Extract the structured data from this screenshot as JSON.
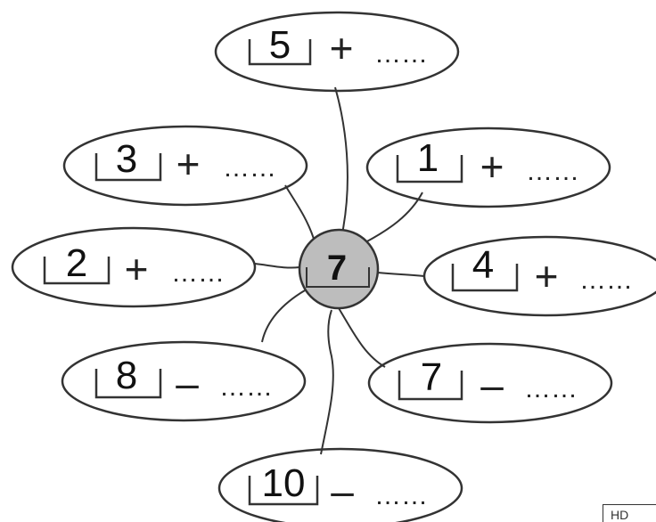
{
  "center": {
    "value": "7"
  },
  "petals": [
    {
      "id": "top",
      "number": "5",
      "operator": "+",
      "blank": "……"
    },
    {
      "id": "upper-left",
      "number": "3",
      "operator": "+",
      "blank": "……"
    },
    {
      "id": "upper-right",
      "number": "1",
      "operator": "+",
      "blank": "……"
    },
    {
      "id": "middle-left",
      "number": "2",
      "operator": "+",
      "blank": "……"
    },
    {
      "id": "middle-right",
      "number": "4",
      "operator": "+",
      "blank": "……"
    },
    {
      "id": "lower-left",
      "number": "8",
      "operator": "–",
      "blank": "……"
    },
    {
      "id": "lower-right",
      "number": "7",
      "operator": "–",
      "blank": "……"
    },
    {
      "id": "bottom",
      "number": "10",
      "operator": "–",
      "blank": "……"
    }
  ],
  "corner_label": "HD"
}
